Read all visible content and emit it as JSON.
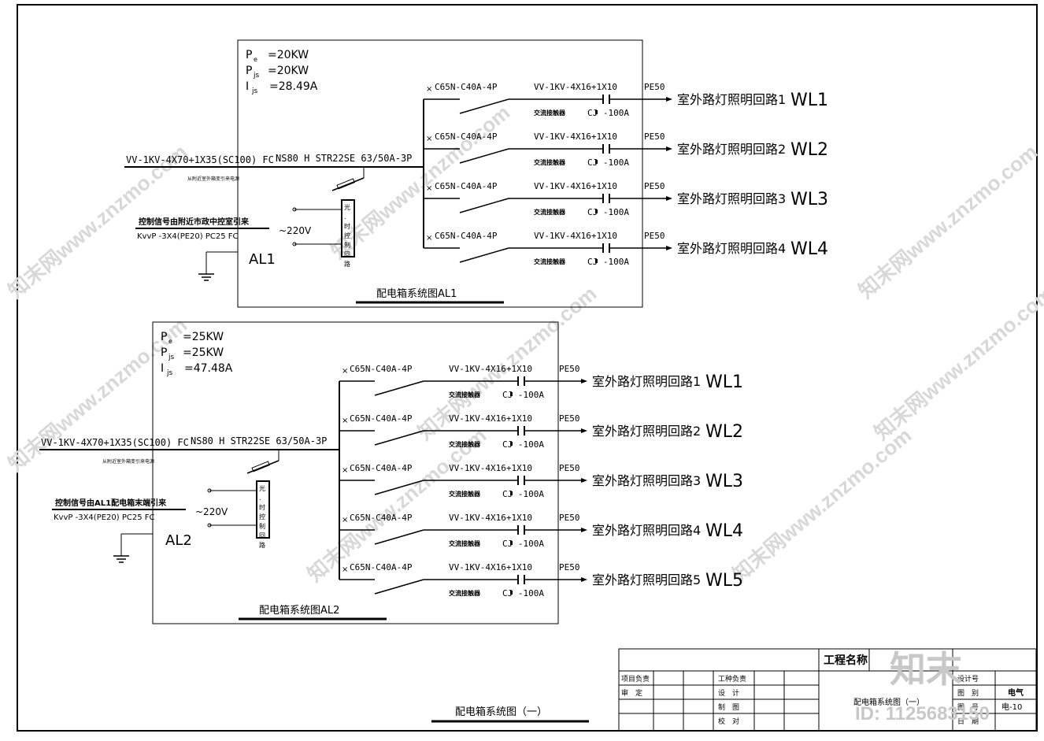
{
  "drawing_title": "配电箱系统图（一）",
  "watermarks": {
    "site_text": "知末网www.znzmo.com",
    "logo_text": "知末",
    "id_text": "ID: 1125683150"
  },
  "panels": [
    {
      "id": "AL1",
      "caption": "配电箱系统图AL1",
      "label": "AL1",
      "pe": "P",
      "pe_sub": "e",
      "pe_val": "=20KW",
      "pjs": "P",
      "pjs_sub": "js",
      "pjs_val": "=20KW",
      "ijs": "I",
      "ijs_sub": "js",
      "ijs_val": "=28.49A",
      "incoming_cable": "VV-1KV-4X70+1X35(SC100) FC",
      "incoming_note": "从附近室外箱变引来电源",
      "main_breaker": "NS80 H  STR22SE  63/50A-3P",
      "control_note": "控制信号由附近市政中控室引来",
      "control_cable": "KvvP -3X4(PE20) PC25 FC",
      "voltage": "~220V",
      "timer_label": "光.时控制回路",
      "circuits": [
        {
          "breaker": "C65N-C40A-4P",
          "cable": "VV-1KV-4X16+1X10",
          "pe": "PE50",
          "contactor_label": "交流接触器",
          "contactor": "CJ -100A",
          "name": "室外路灯照明回路1",
          "code": "WL1"
        },
        {
          "breaker": "C65N-C40A-4P",
          "cable": "VV-1KV-4X16+1X10",
          "pe": "PE50",
          "contactor_label": "交流接触器",
          "contactor": "CJ -100A",
          "name": "室外路灯照明回路2",
          "code": "WL2"
        },
        {
          "breaker": "C65N-C40A-4P",
          "cable": "VV-1KV-4X16+1X10",
          "pe": "PE50",
          "contactor_label": "交流接触器",
          "contactor": "CJ -100A",
          "name": "室外路灯照明回路3",
          "code": "WL3"
        },
        {
          "breaker": "C65N-C40A-4P",
          "cable": "VV-1KV-4X16+1X10",
          "pe": "PE50",
          "contactor_label": "交流接触器",
          "contactor": "CJ -100A",
          "name": "室外路灯照明回路4",
          "code": "WL4"
        }
      ]
    },
    {
      "id": "AL2",
      "caption": "配电箱系统图AL2",
      "label": "AL2",
      "pe": "P",
      "pe_sub": "e",
      "pe_val": "=25KW",
      "pjs": "P",
      "pjs_sub": "js",
      "pjs_val": "=25KW",
      "ijs": "I",
      "ijs_sub": "js",
      "ijs_val": "=47.48A",
      "incoming_cable": "VV-1KV-4X70+1X35(SC100) FC",
      "incoming_note": "从附近室外箱变引来电源",
      "main_breaker": "NS80 H  STR22SE  63/50A-3P",
      "control_note": "控制信号由AL1配电箱末端引来",
      "control_cable": "KvvP -3X4(PE20) PC25 FC",
      "voltage": "~220V",
      "timer_label": "光.时控制回路",
      "circuits": [
        {
          "breaker": "C65N-C40A-4P",
          "cable": "VV-1KV-4X16+1X10",
          "pe": "PE50",
          "contactor_label": "交流接触器",
          "contactor": "CJ -100A",
          "name": "室外路灯照明回路1",
          "code": "WL1"
        },
        {
          "breaker": "C65N-C40A-4P",
          "cable": "VV-1KV-4X16+1X10",
          "pe": "PE50",
          "contactor_label": "交流接触器",
          "contactor": "CJ -100A",
          "name": "室外路灯照明回路2",
          "code": "WL2"
        },
        {
          "breaker": "C65N-C40A-4P",
          "cable": "VV-1KV-4X16+1X10",
          "pe": "PE50",
          "contactor_label": "交流接触器",
          "contactor": "CJ -100A",
          "name": "室外路灯照明回路3",
          "code": "WL3"
        },
        {
          "breaker": "C65N-C40A-4P",
          "cable": "VV-1KV-4X16+1X10",
          "pe": "PE50",
          "contactor_label": "交流接触器",
          "contactor": "CJ -100A",
          "name": "室外路灯照明回路4",
          "code": "WL4"
        },
        {
          "breaker": "C65N-C40A-4P",
          "cable": "VV-1KV-4X16+1X10",
          "pe": "PE50",
          "contactor_label": "交流接触器",
          "contactor": "CJ -100A",
          "name": "室外路灯照明回路5",
          "code": "WL5"
        }
      ]
    }
  ],
  "title_block": {
    "project_name_label": "工程名称",
    "project_lead": "项目负责",
    "review": "审　定",
    "discipline_lead": "工种负责",
    "design": "设　计",
    "drawing": "制　图",
    "check": "校　对",
    "drawing_name": "配电箱系统图（一）",
    "design_no": "设计号",
    "category": "图　别",
    "category_value": "电气",
    "drawing_no": "图　号",
    "drawing_no_value": "电-10",
    "date": "日　期"
  }
}
